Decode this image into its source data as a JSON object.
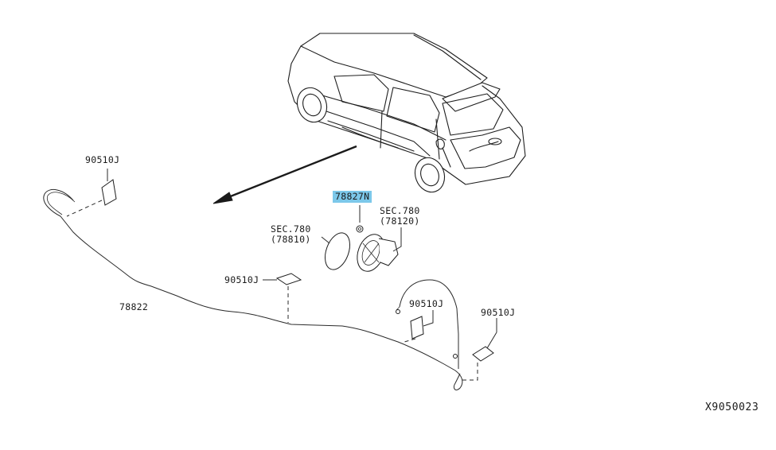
{
  "diagram": {
    "code": "X9050023",
    "labels": {
      "cable": "78822",
      "highlighted_part": "78827N",
      "clip_top_left": "90510J",
      "clip_center": "90510J",
      "clip_lower_mid": "90510J",
      "clip_right": "90510J",
      "sec_left_line1": "SEC.780",
      "sec_left_line2": "(78810)",
      "sec_right_line1": "SEC.780",
      "sec_right_line2": "(78120)"
    }
  }
}
